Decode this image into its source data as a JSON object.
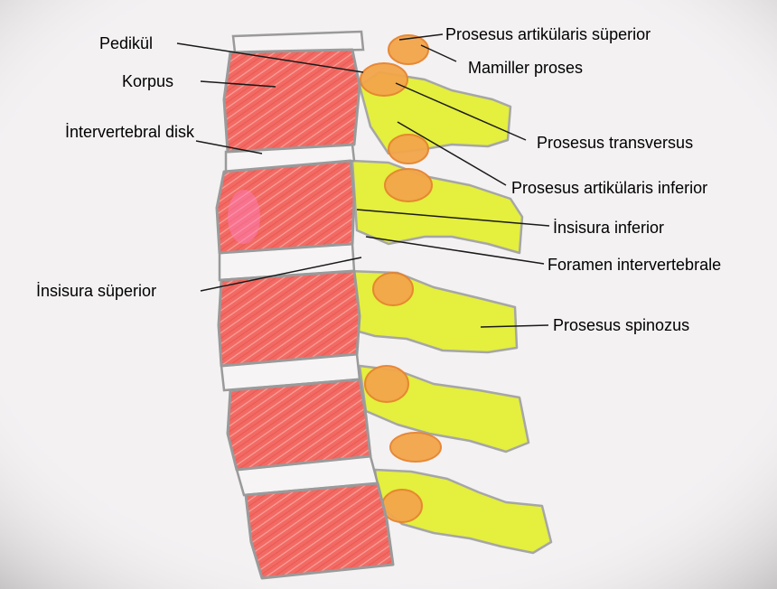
{
  "colors": {
    "paper": "#f3f1f2",
    "vertebral_body": "#f26a63",
    "process": "#e4ef3e",
    "articular": "#f2a64a",
    "pencil": "#9a9a9a",
    "leader_line": "#1a1a1a",
    "label_text": "#000000"
  },
  "labels": {
    "pedikul": "Pedikül",
    "korpus": "Korpus",
    "intervertebral_disk": "İntervertebral disk",
    "insisura_superior": "İnsisura süperior",
    "prosesus_artikularis_superior": "Prosesus artikülaris süperior",
    "mamiller_proses": "Mamiller proses",
    "prosesus_transversus": "Prosesus transversus",
    "prosesus_artikularis_inferior": "Prosesus artikülaris inferior",
    "insisura_inferior": "İnsisura inferior",
    "foramen_intervertebrale": "Foramen intervertebrale",
    "prosesus_spinozus": "Prosesus spinozus"
  }
}
